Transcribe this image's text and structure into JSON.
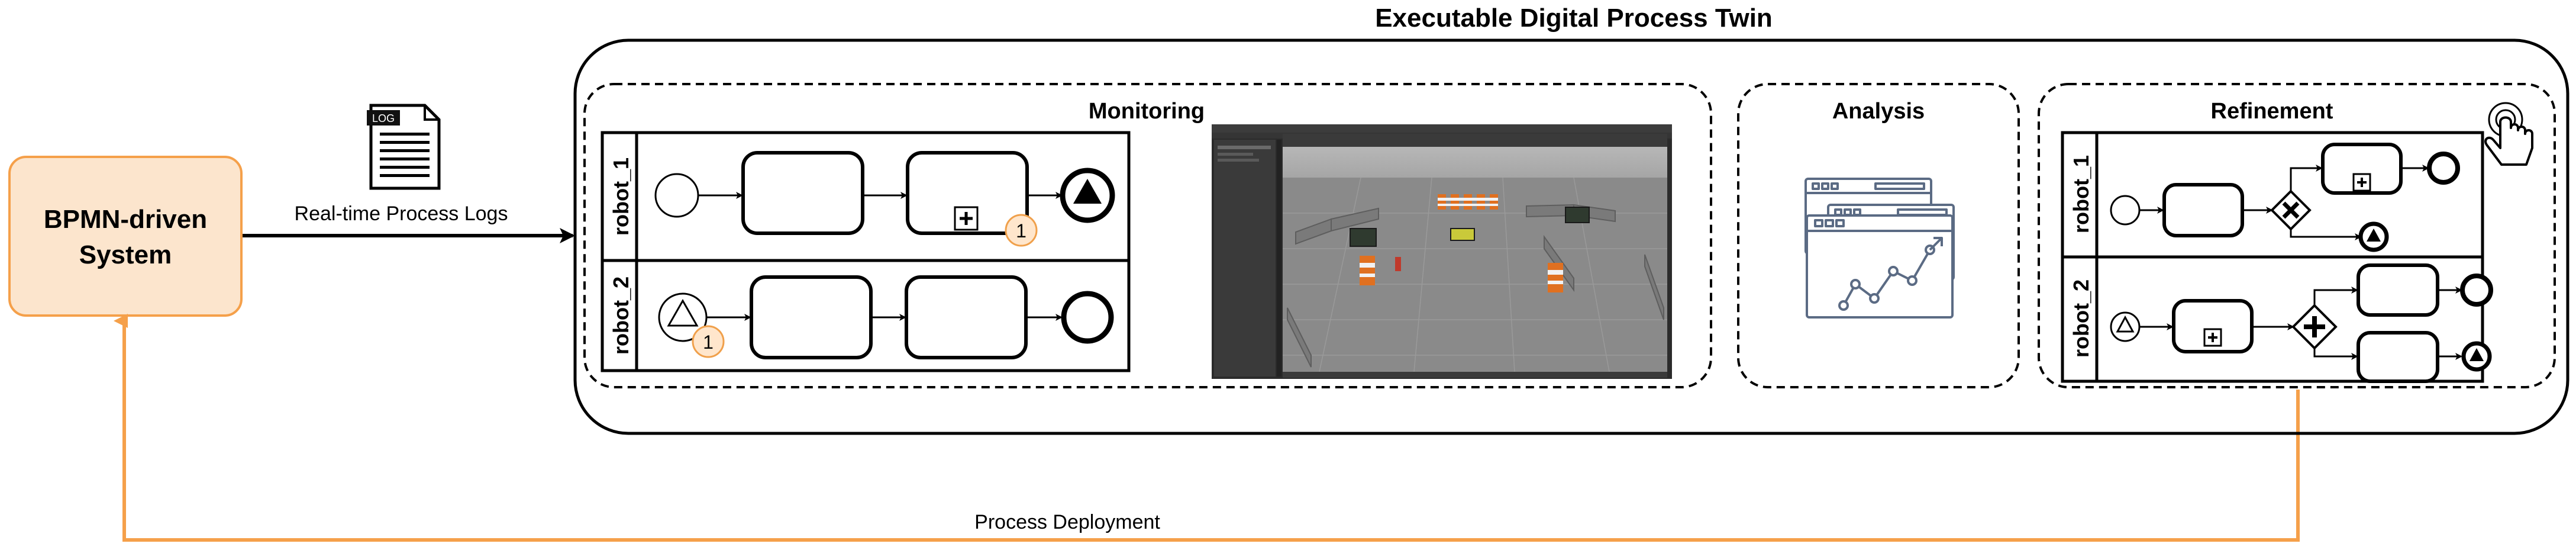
{
  "title": "Executable Digital Process Twin",
  "system_box": {
    "label_line1": "BPMN-driven",
    "label_line2": "System"
  },
  "log_icon": {
    "tag": "LOG"
  },
  "edges": {
    "logs_label": "Real-time Process Logs",
    "deployment_label": "Process Deployment"
  },
  "monitoring": {
    "title": "Monitoring",
    "lane1": "robot_1",
    "lane2": "robot_2",
    "badge1": "1",
    "badge2": "1"
  },
  "analysis": {
    "title": "Analysis"
  },
  "refinement": {
    "title": "Refinement",
    "lane1": "robot_1",
    "lane2": "robot_2"
  },
  "colors": {
    "orange_stroke": "#F5A04A",
    "orange_fill": "#FCE5CD",
    "badge_fill": "#FFE6CC",
    "badge_stroke": "#F0A04B",
    "chart_blue": "#5B6B84",
    "sim_floor": "#8A8A8A"
  }
}
